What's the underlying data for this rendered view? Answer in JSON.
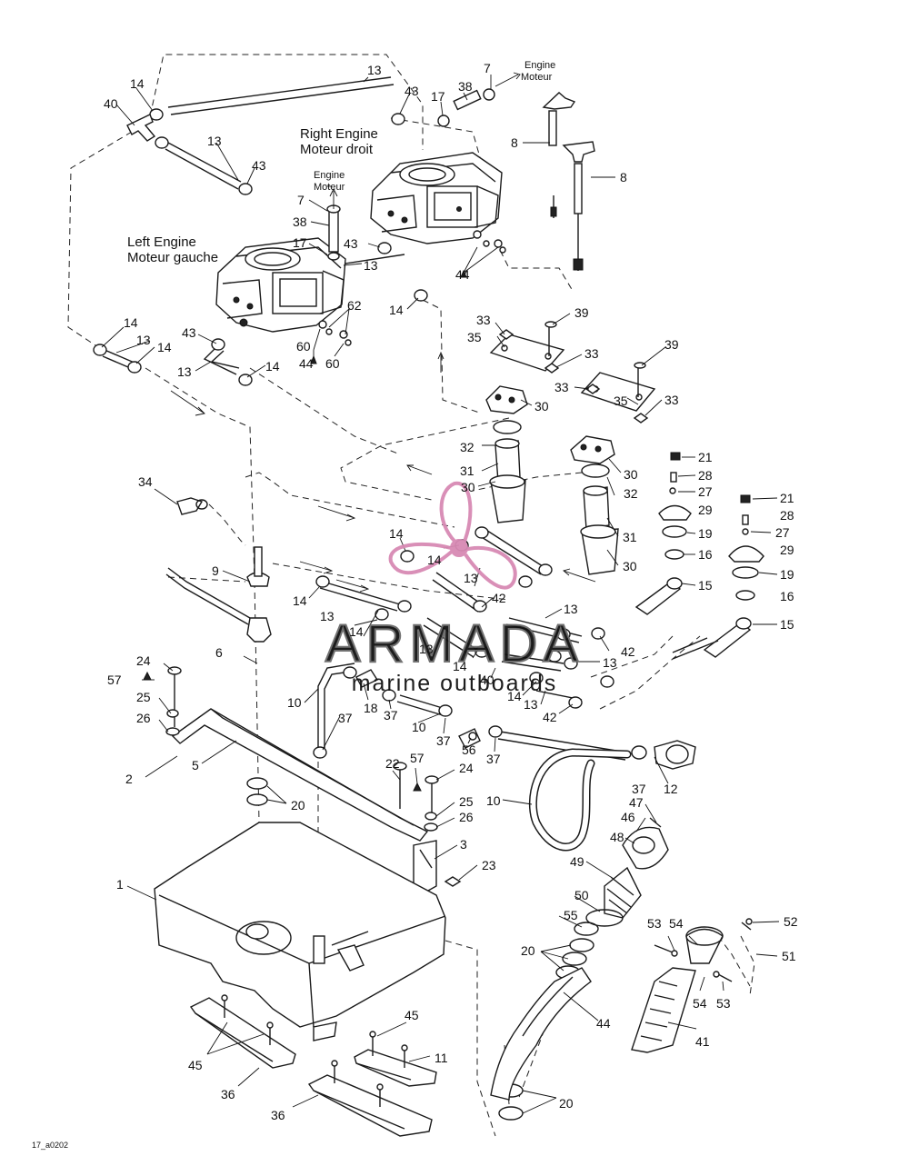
{
  "diagram": {
    "labels": {
      "engine_top": "Engine",
      "motor_top": "Moteur",
      "engine_left": "Engine",
      "motor_left": "Moteur",
      "right_engine": "Right Engine",
      "right_engine_fr": "Moteur droit",
      "left_engine": "Left Engine",
      "left_engine_fr": "Moteur gauche",
      "figure_code": "17_a0202"
    },
    "watermark": {
      "brand": "ARMADA",
      "tagline": "marine outboards",
      "color": "#d88ab4"
    },
    "callouts": [
      {
        "id": "c1",
        "t": "13"
      },
      {
        "id": "c2",
        "t": "14"
      },
      {
        "id": "c3",
        "t": "40"
      },
      {
        "id": "c4",
        "t": "43"
      },
      {
        "id": "c5",
        "t": "17"
      },
      {
        "id": "c6",
        "t": "38"
      },
      {
        "id": "c7",
        "t": "7"
      },
      {
        "id": "c8",
        "t": "13"
      },
      {
        "id": "c9",
        "t": "43"
      },
      {
        "id": "c10",
        "t": "8"
      },
      {
        "id": "c11",
        "t": "8"
      },
      {
        "id": "c12",
        "t": "7"
      },
      {
        "id": "c13",
        "t": "38"
      },
      {
        "id": "c14",
        "t": "17"
      },
      {
        "id": "c15",
        "t": "43"
      },
      {
        "id": "c16",
        "t": "44"
      },
      {
        "id": "c17",
        "t": "13"
      },
      {
        "id": "c18",
        "t": "14"
      },
      {
        "id": "c19",
        "t": "62"
      },
      {
        "id": "c20",
        "t": "60"
      },
      {
        "id": "c21",
        "t": "44"
      },
      {
        "id": "c22",
        "t": "60"
      },
      {
        "id": "c23",
        "t": "14"
      },
      {
        "id": "c24",
        "t": "13"
      },
      {
        "id": "c25",
        "t": "14"
      },
      {
        "id": "c26",
        "t": "43"
      },
      {
        "id": "c27",
        "t": "13"
      },
      {
        "id": "c28",
        "t": "14"
      },
      {
        "id": "c29",
        "t": "33"
      },
      {
        "id": "c30",
        "t": "35"
      },
      {
        "id": "c31",
        "t": "39"
      },
      {
        "id": "c32",
        "t": "33"
      },
      {
        "id": "c33",
        "t": "39"
      },
      {
        "id": "c34",
        "t": "33"
      },
      {
        "id": "c35",
        "t": "33"
      },
      {
        "id": "c36",
        "t": "35"
      },
      {
        "id": "c37",
        "t": "30"
      },
      {
        "id": "c38",
        "t": "32"
      },
      {
        "id": "c39",
        "t": "31"
      },
      {
        "id": "c40",
        "t": "30"
      },
      {
        "id": "c41",
        "t": "30"
      },
      {
        "id": "c42",
        "t": "32"
      },
      {
        "id": "c43",
        "t": "31"
      },
      {
        "id": "c44",
        "t": "30"
      },
      {
        "id": "c45",
        "t": "21"
      },
      {
        "id": "c46",
        "t": "28"
      },
      {
        "id": "c47",
        "t": "27"
      },
      {
        "id": "c48",
        "t": "29"
      },
      {
        "id": "c49",
        "t": "19"
      },
      {
        "id": "c50",
        "t": "16"
      },
      {
        "id": "c51",
        "t": "21"
      },
      {
        "id": "c52",
        "t": "28"
      },
      {
        "id": "c53",
        "t": "27"
      },
      {
        "id": "c54",
        "t": "29"
      },
      {
        "id": "c55",
        "t": "19"
      },
      {
        "id": "c56",
        "t": "16"
      },
      {
        "id": "c57",
        "t": "15"
      },
      {
        "id": "c58",
        "t": "15"
      },
      {
        "id": "c59",
        "t": "34"
      },
      {
        "id": "c60",
        "t": "14"
      },
      {
        "id": "c61",
        "t": "14"
      },
      {
        "id": "c62",
        "t": "13"
      },
      {
        "id": "c63",
        "t": "42"
      },
      {
        "id": "c64",
        "t": "9"
      },
      {
        "id": "c65",
        "t": "14"
      },
      {
        "id": "c66",
        "t": "13"
      },
      {
        "id": "c67",
        "t": "14"
      },
      {
        "id": "c68",
        "t": "13"
      },
      {
        "id": "c69",
        "t": "13"
      },
      {
        "id": "c70",
        "t": "42"
      },
      {
        "id": "c71",
        "t": "13"
      },
      {
        "id": "c72",
        "t": "14"
      },
      {
        "id": "c73",
        "t": "40"
      },
      {
        "id": "c74",
        "t": "14"
      },
      {
        "id": "c75",
        "t": "13"
      },
      {
        "id": "c76",
        "t": "42"
      },
      {
        "id": "c77",
        "t": "6"
      },
      {
        "id": "c78",
        "t": "24"
      },
      {
        "id": "c79",
        "t": "57"
      },
      {
        "id": "c80",
        "t": "25"
      },
      {
        "id": "c81",
        "t": "26"
      },
      {
        "id": "c82",
        "t": "10"
      },
      {
        "id": "c83",
        "t": "18"
      },
      {
        "id": "c84",
        "t": "37"
      },
      {
        "id": "c85",
        "t": "10"
      },
      {
        "id": "c86",
        "t": "37"
      },
      {
        "id": "c87",
        "t": "56"
      },
      {
        "id": "c88",
        "t": "37"
      },
      {
        "id": "c89",
        "t": "37"
      },
      {
        "id": "c90",
        "t": "2"
      },
      {
        "id": "c91",
        "t": "5"
      },
      {
        "id": "c92",
        "t": "37"
      },
      {
        "id": "c93",
        "t": "12"
      },
      {
        "id": "c94",
        "t": "20"
      },
      {
        "id": "c95",
        "t": "22"
      },
      {
        "id": "c96",
        "t": "57"
      },
      {
        "id": "c97",
        "t": "24"
      },
      {
        "id": "c98",
        "t": "25"
      },
      {
        "id": "c99",
        "t": "26"
      },
      {
        "id": "c100",
        "t": "10"
      },
      {
        "id": "c101",
        "t": "47"
      },
      {
        "id": "c102",
        "t": "46"
      },
      {
        "id": "c103",
        "t": "48"
      },
      {
        "id": "c104",
        "t": "3"
      },
      {
        "id": "c105",
        "t": "49"
      },
      {
        "id": "c106",
        "t": "23"
      },
      {
        "id": "c107",
        "t": "1"
      },
      {
        "id": "c108",
        "t": "50"
      },
      {
        "id": "c109",
        "t": "55"
      },
      {
        "id": "c110",
        "t": "53"
      },
      {
        "id": "c111",
        "t": "54"
      },
      {
        "id": "c112",
        "t": "52"
      },
      {
        "id": "c113",
        "t": "20"
      },
      {
        "id": "c114",
        "t": "51"
      },
      {
        "id": "c115",
        "t": "54"
      },
      {
        "id": "c116",
        "t": "53"
      },
      {
        "id": "c117",
        "t": "44"
      },
      {
        "id": "c118",
        "t": "41"
      },
      {
        "id": "c119",
        "t": "45"
      },
      {
        "id": "c120",
        "t": "45"
      },
      {
        "id": "c121",
        "t": "11"
      },
      {
        "id": "c122",
        "t": "36"
      },
      {
        "id": "c123",
        "t": "36"
      },
      {
        "id": "c124",
        "t": "20"
      }
    ]
  }
}
